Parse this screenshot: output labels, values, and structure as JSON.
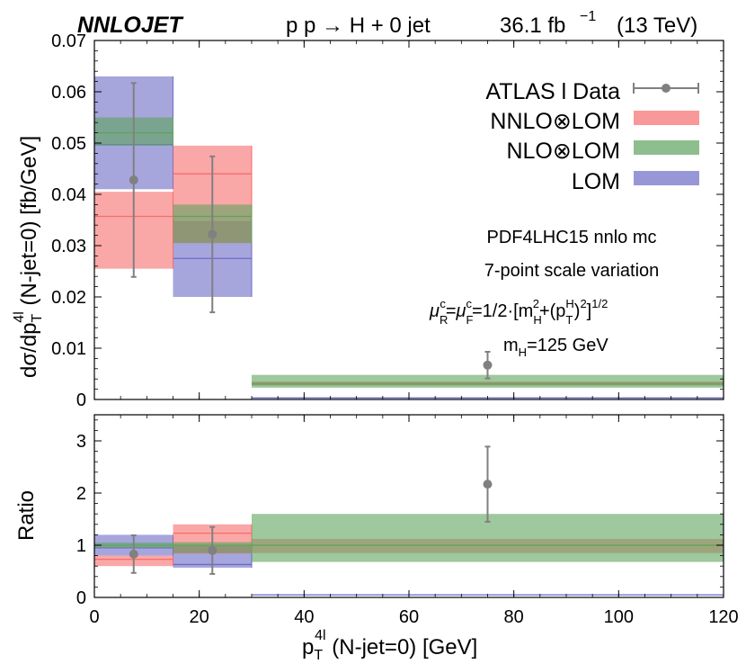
{
  "header": {
    "brand": "NNLOJET",
    "process": "p p → H + 0 jet",
    "lumi_value": "36.1 fb",
    "lumi_exp": "−1",
    "energy": "(13 TeV)"
  },
  "colors": {
    "nnlo": "#f76c6c",
    "nlo": "#5ea35e",
    "lom": "#6b6bc7",
    "data": "#808080"
  },
  "annotations": {
    "pdf": "PDF4LHC15 nnlo mc",
    "scale": "7-point scale variation",
    "mh": "m",
    "mh_sub": "H",
    "mh_val": "=125 GeV"
  },
  "legend": {
    "data": "ATLAS l Data",
    "nnlo": "NNLO⊗LOM",
    "nlo": "NLO⊗LOM",
    "lom": "LOM"
  },
  "axes": {
    "x_label_main": "p",
    "x_label_sub": "T",
    "x_label_sup": "4l",
    "x_label_rest": " (N-jet=0) [GeV]",
    "top_y_label": "dσ/dp",
    "top_y_sub": "T",
    "top_y_sup": "4l",
    "top_y_rest": " (N-jet=0) [fb/GeV]",
    "ratio_y_label": "Ratio"
  },
  "chart_data": [
    {
      "panel": "main",
      "type": "bar",
      "xlim": [
        0,
        120
      ],
      "ylim": [
        0,
        0.07
      ],
      "yticks": [
        0,
        0.01,
        0.02,
        0.03,
        0.04,
        0.05,
        0.06,
        0.07
      ],
      "ytick_labels": [
        "0",
        "0.01",
        "0.02",
        "0.03",
        "0.04",
        "0.05",
        "0.06",
        "0.07"
      ],
      "bins": [
        [
          0,
          15
        ],
        [
          15,
          30
        ],
        [
          30,
          120
        ]
      ],
      "series": [
        {
          "name": "LOM",
          "central": [
            0.0497,
            0.0275,
            0.0003
          ],
          "low": [
            0.041,
            0.02,
            0.0002
          ],
          "high": [
            0.063,
            0.0348,
            0.0004
          ]
        },
        {
          "name": "NNLO⊗LOM",
          "central": [
            0.0357,
            0.044,
            0.0031
          ],
          "low": [
            0.0255,
            0.0305,
            0.0027
          ],
          "high": [
            0.0405,
            0.0495,
            0.0035
          ]
        },
        {
          "name": "NLO⊗LOM",
          "central": [
            0.052,
            0.0357,
            0.003
          ],
          "low": [
            0.0495,
            0.0305,
            0.0023
          ],
          "high": [
            0.055,
            0.038,
            0.0048
          ]
        },
        {
          "name": "ATLAS l Data",
          "x": [
            7.5,
            22.5,
            75
          ],
          "y": [
            0.0428,
            0.0322,
            0.0067
          ],
          "err": [
            0.0189,
            0.0152,
            0.0026
          ]
        }
      ]
    },
    {
      "panel": "ratio",
      "type": "bar",
      "xlim": [
        0,
        120
      ],
      "ylim": [
        0,
        3.5
      ],
      "yticks": [
        0,
        1,
        2,
        3
      ],
      "ytick_labels": [
        "0",
        "1",
        "2",
        "3"
      ],
      "xticks": [
        0,
        20,
        40,
        60,
        80,
        100,
        120
      ],
      "xtick_labels": [
        "0",
        "20",
        "40",
        "60",
        "80",
        "100",
        "120"
      ],
      "bins": [
        [
          0,
          15
        ],
        [
          15,
          30
        ],
        [
          30,
          120
        ]
      ],
      "series": [
        {
          "name": "LOM",
          "central": [
            0.95,
            0.63,
            0.05
          ],
          "low": [
            0.8,
            0.57,
            0.04
          ],
          "high": [
            1.2,
            1.0,
            0.06
          ]
        },
        {
          "name": "NNLO⊗LOM",
          "central": [
            0.73,
            1.23,
            1.0
          ],
          "low": [
            0.6,
            0.84,
            0.85
          ],
          "high": [
            0.8,
            1.4,
            1.12
          ]
        },
        {
          "name": "NLO⊗LOM",
          "central": [
            1.0,
            1.0,
            1.0
          ],
          "low": [
            0.95,
            0.85,
            0.68
          ],
          "high": [
            1.05,
            1.06,
            1.6
          ]
        },
        {
          "name": "ATLAS l Data",
          "x": [
            7.5,
            22.5,
            75
          ],
          "y": [
            0.83,
            0.9,
            2.17
          ],
          "err": [
            0.36,
            0.45,
            0.72
          ]
        }
      ]
    }
  ]
}
